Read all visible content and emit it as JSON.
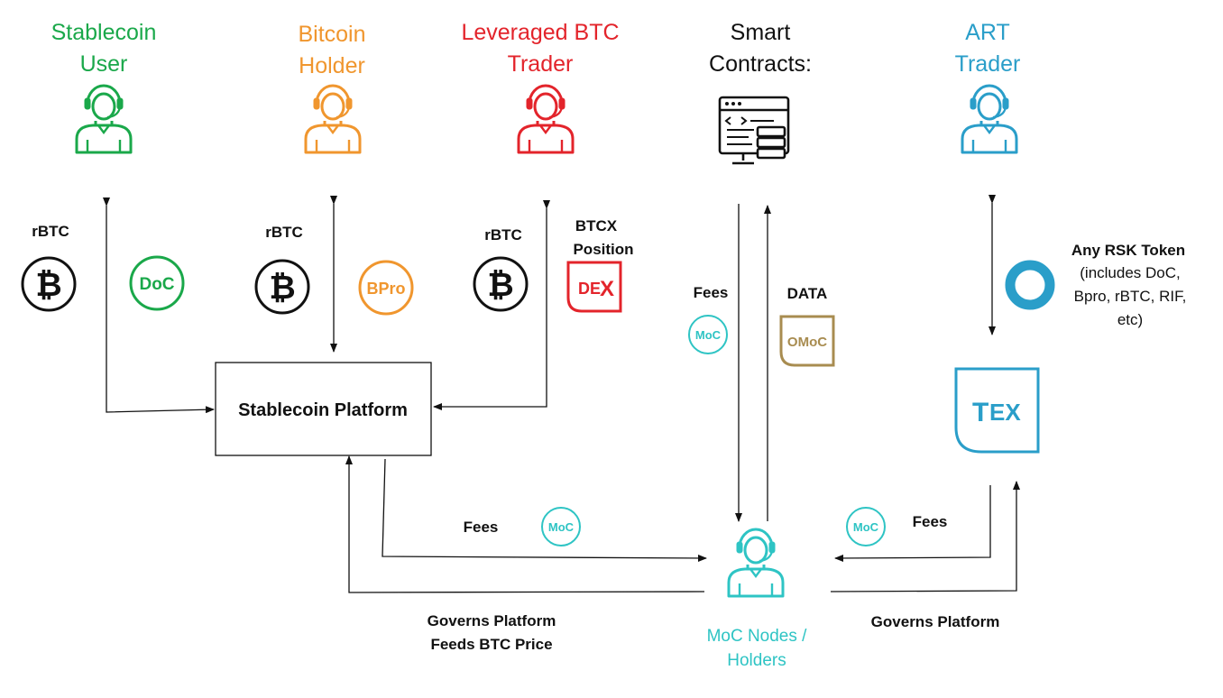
{
  "actors": {
    "stablecoin_user": {
      "line1": "Stablecoin",
      "line2": "User",
      "color": "#1aa84a"
    },
    "bitcoin_holder": {
      "line1": "Bitcoin",
      "line2": "Holder",
      "color": "#f0962e"
    },
    "leveraged_trader": {
      "line1": "Leveraged BTC",
      "line2": "Trader",
      "color": "#e3242b"
    },
    "smart_contracts": {
      "line1": "Smart",
      "line2": "Contracts:",
      "color": "#111111"
    },
    "art_trader": {
      "line1": "ART",
      "line2": "Trader",
      "color": "#2a9ec9"
    },
    "moc_nodes": {
      "line1": "MoC Nodes /",
      "line2": "Holders",
      "color": "#2ec4c4"
    }
  },
  "labels": {
    "rbtc": "rBTC",
    "btcx_line1": "BTCX",
    "btcx_line2": "Position",
    "fees": "Fees",
    "data": "DATA",
    "any_rsk_title": "Any RSK Token",
    "any_rsk_line1": "(includes DoC,",
    "any_rsk_line2": "Bpro, rBTC, RIF,",
    "any_rsk_line3": "etc)",
    "governs_feeds_line1": "Governs Platform",
    "governs_feeds_line2": "Feeds BTC Price",
    "governs": "Governs Platform"
  },
  "platform": {
    "label": "Stablecoin Platform"
  },
  "tokens": {
    "btc_symbol": "₿",
    "doc": "DoC",
    "bpro": "BPro",
    "dex_d": "DE",
    "dex_x": "X",
    "moc": "MoC",
    "omoc": "OMoC",
    "tex_t": "T",
    "tex_ex": "EX"
  },
  "colors": {
    "doc": "#1aa84a",
    "bpro": "#f0962e",
    "dex": "#e3242b",
    "moc": "#2ec4c4",
    "omoc": "#a88c50",
    "tex": "#2a9ec9",
    "rsk_ring": "#2a9ec9"
  }
}
